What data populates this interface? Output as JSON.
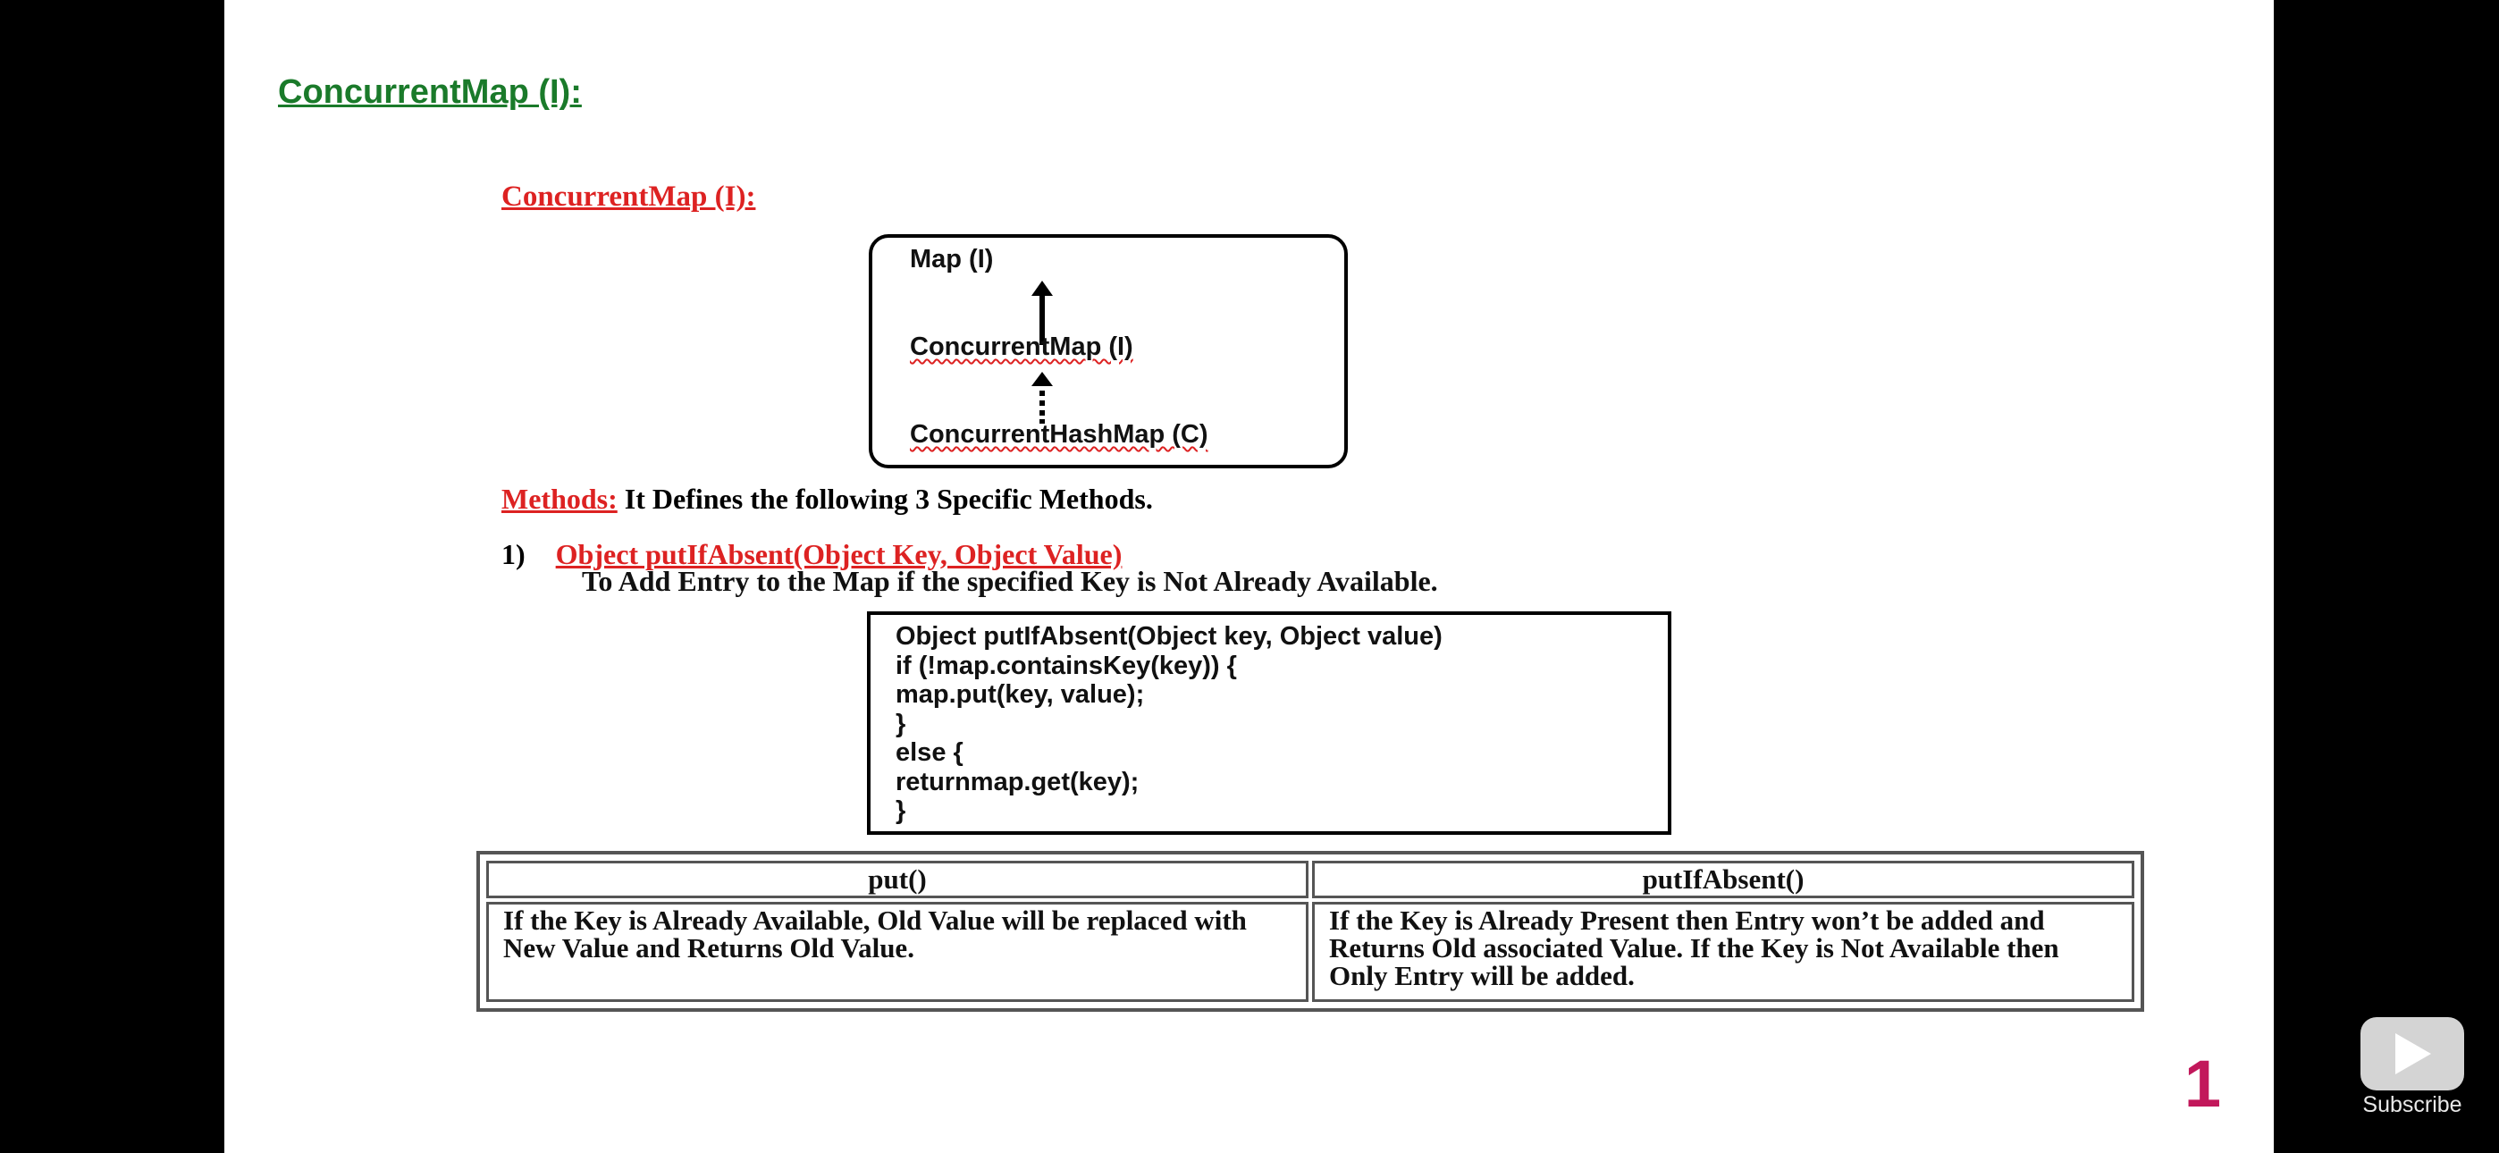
{
  "slide": {
    "heading": "ConcurrentMap (I):",
    "sub_heading": "ConcurrentMap (I):",
    "diagram": {
      "top": "Map (I)",
      "middle": "ConcurrentMap (I)",
      "bottom": "ConcurrentHashMap (C)"
    },
    "methods_label": "Methods:",
    "methods_text": "It Defines the following 3 Specific Methods.",
    "step_number": "1)",
    "step_title": "Object putIfAbsent(Object Key, Object Value)",
    "step_description": "To Add Entry to the Map if the specified Key is Not Already Available.",
    "code_lines": [
      "Object putIfAbsent(Object key, Object value)",
      "if (!map.containsKey(key)) {",
      "map.put(key, value);",
      "}",
      "else {",
      "returnmap.get(key);",
      "}"
    ],
    "comparison": {
      "headers": [
        "put()",
        "putIfAbsent()"
      ],
      "rows": [
        [
          "If the Key is Already Available, Old Value will be replaced with New Value and Returns Old Value.",
          "If the Key is Already Present then Entry won’t be added and Returns Old associated Value. If the Key is Not Available then Only Entry will be added."
        ]
      ]
    },
    "page_number": "1"
  },
  "overlay": {
    "subscribe_label": "Subscribe",
    "subscribe_icon": "youtube-play-icon"
  },
  "colors": {
    "heading_green": "#1a7a2a",
    "accent_red": "#d22",
    "page_number": "#c2185b",
    "background": "#000000"
  }
}
